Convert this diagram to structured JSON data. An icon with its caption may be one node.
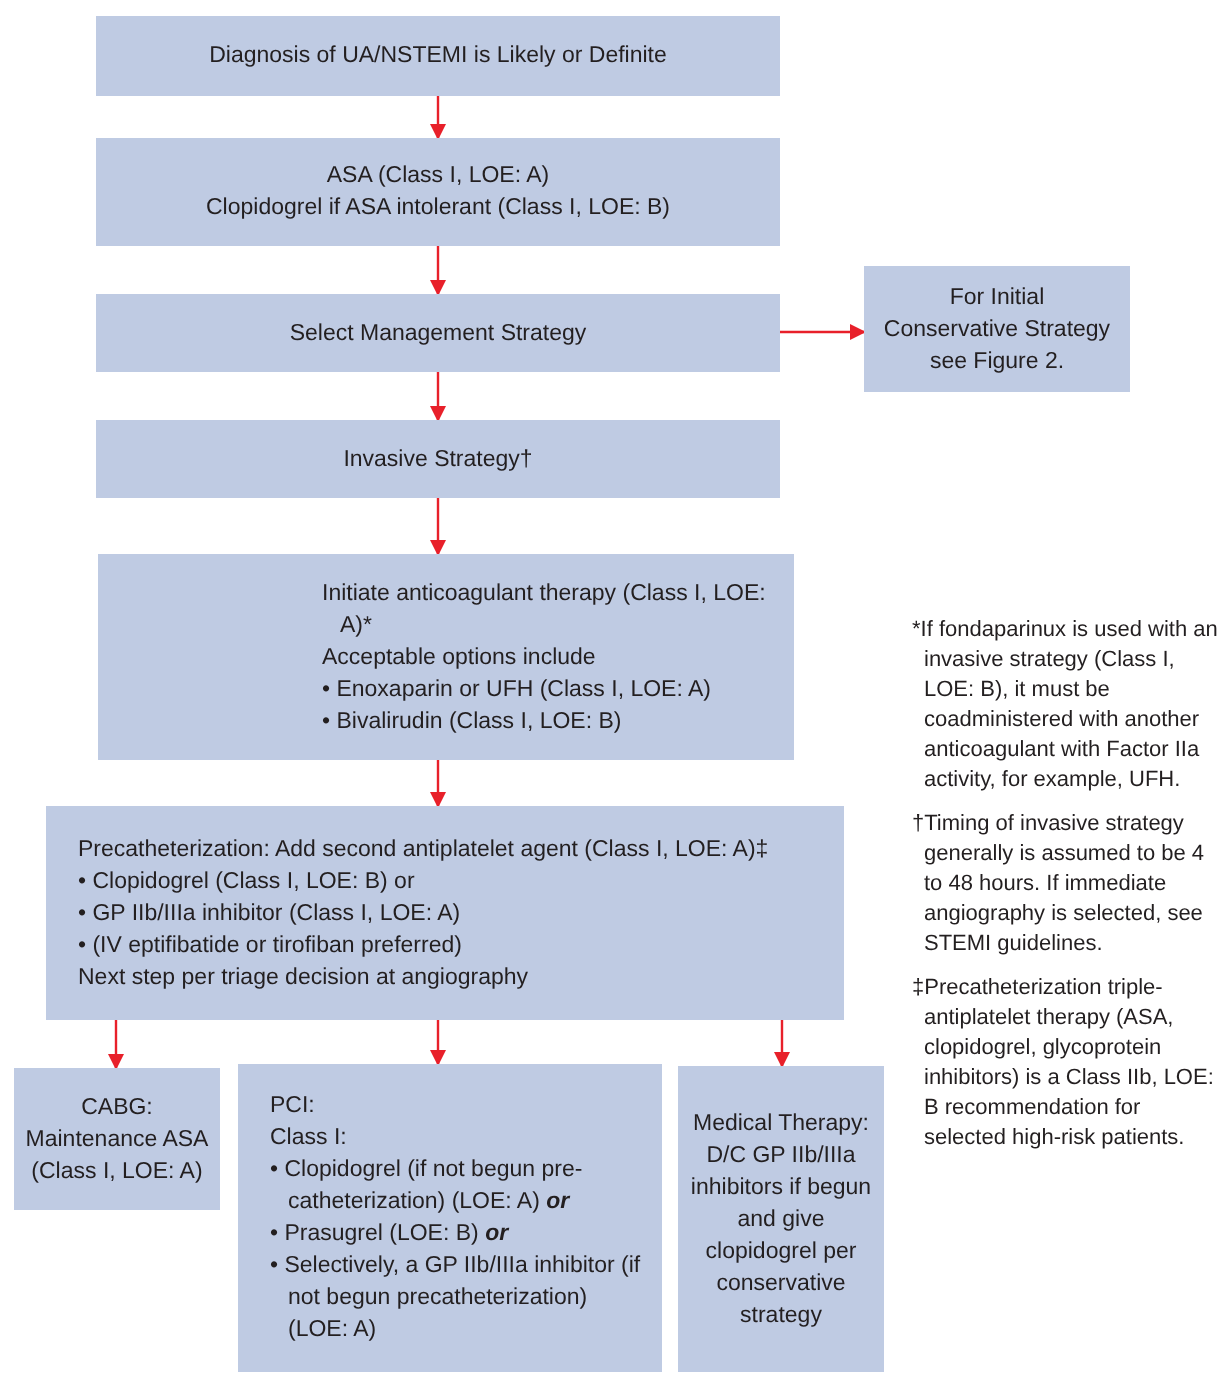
{
  "diagram": {
    "nodes": [
      {
        "text": [
          "Diagnosis of UA/NSTEMI is Likely or Definite"
        ]
      },
      {
        "text": [
          "ASA (Class I, LOE: A)",
          "Clopidogrel if ASA intolerant (Class I, LOE: B)"
        ]
      },
      {
        "text": [
          "Select Management Strategy"
        ]
      },
      {
        "text": [
          "For Initial Conservative Strategy see Figure 2."
        ]
      },
      {
        "text": [
          "Invasive Strategy†"
        ]
      },
      {
        "text": [
          "Initiate anticoagulant therapy (Class I, LOE: A)*",
          "Acceptable options include",
          "• Enoxaparin or UFH (Class I, LOE: A)",
          "• Bivalirudin (Class I, LOE: B)"
        ]
      },
      {
        "text": [
          "Precatheterization: Add second antiplatelet agent (Class I, LOE: A)‡",
          "• Clopidogrel (Class I, LOE: B) or",
          "• GP IIb/IIIa inhibitor (Class I, LOE: A)",
          "• (IV eptifibatide or tirofiban preferred)",
          "Next step per triage decision at angiography"
        ]
      },
      {
        "text": [
          "CABG: Maintenance ASA (Class I, LOE: A)"
        ]
      },
      {
        "text": [
          "PCI:",
          "Class I:",
          "• Clopidogrel (if not begun pre-catheterization) (LOE: A) **or**",
          "• Prasugrel (LOE: B) **or**",
          "• Selectively, a GP IIb/IIIa inhibitor (if not begun precatheterization) (LOE: A)"
        ]
      },
      {
        "text": [
          "Medical Therapy: D/C GP IIb/IIIa inhibitors if begun and give clopidogrel per conservative strategy"
        ]
      }
    ],
    "edges": [
      {
        "from": 0,
        "to": 1,
        "arrow": "to"
      },
      {
        "from": 1,
        "to": 2,
        "arrow": "to"
      },
      {
        "from": 2,
        "to": 3,
        "arrow": "to"
      },
      {
        "from": 2,
        "to": 4,
        "arrow": "to"
      },
      {
        "from": 4,
        "to": 5,
        "arrow": "to"
      },
      {
        "from": 5,
        "to": 6,
        "arrow": "to"
      },
      {
        "from": 6,
        "to": 7,
        "arrow": "to"
      },
      {
        "from": 6,
        "to": 8,
        "arrow": "to"
      },
      {
        "from": 6,
        "to": 9,
        "arrow": "to"
      }
    ],
    "labels": [
      "*If fondaparinux is used with an invasive strategy (Class I, LOE: B), it must be coadministered with another anticoagulant with Factor IIa activity, for example, UFH.",
      "†Timing of invasive strategy generally is assumed to be 4 to 48 hours. If immediate angiography is selected, see STEMI guidelines.",
      "‡Precatheterization triple-antiplatelet therapy (ASA, clopidogrel, glycoprotein inhibitors) is a Class IIb, LOE: B recommendation for selected high-risk patients."
    ]
  }
}
